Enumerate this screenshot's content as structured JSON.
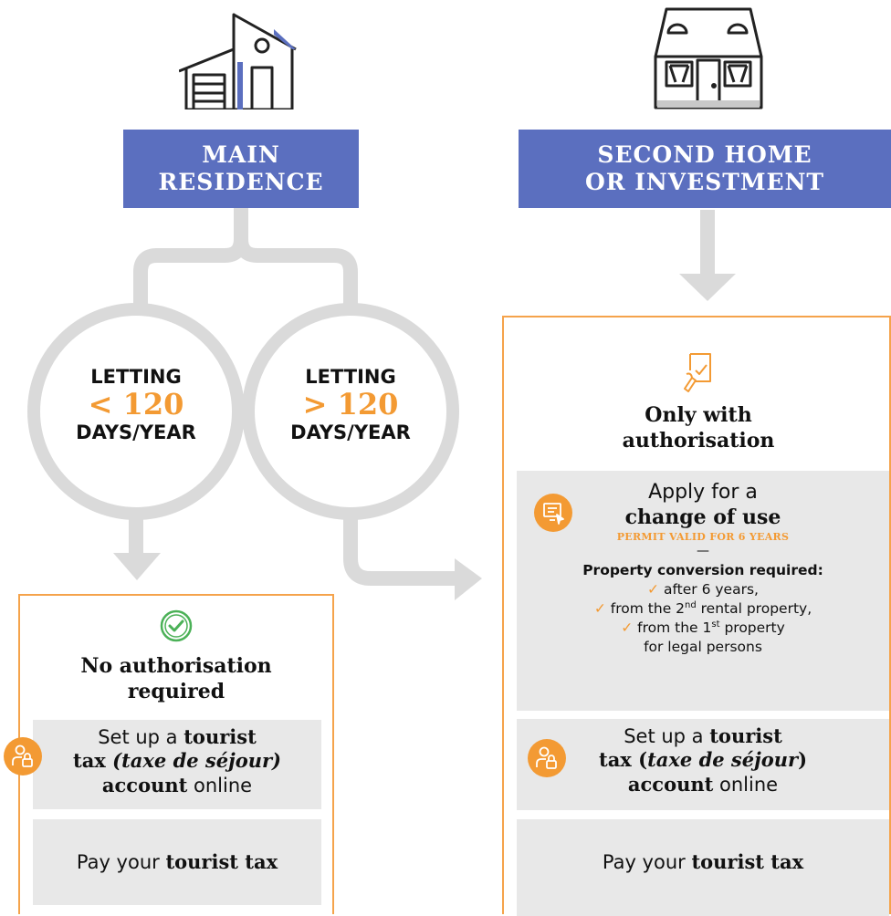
{
  "left": {
    "title_line1": "MAIN",
    "title_line2": "RESIDENCE",
    "circle_a": {
      "top": "LETTING",
      "value": "< 120",
      "bottom": "DAYS/YEAR"
    },
    "circle_b": {
      "top": "LETTING",
      "value": "> 120",
      "bottom": "DAYS/YEAR"
    },
    "panel": {
      "heading_line1": "No authorisation",
      "heading_line2": "required",
      "box1": {
        "t1": "Set up a ",
        "t2": "tourist",
        "t3": "tax ",
        "t4": "(taxe de séjour)",
        "t5": "account",
        "t6": " online"
      },
      "box2": {
        "t1": "Pay your ",
        "t2": "tourist tax"
      }
    }
  },
  "right": {
    "title_line1": "SECOND HOME",
    "title_line2": "OR INVESTMENT",
    "panel": {
      "heading_line1": "Only with",
      "heading_line2": "authorisation",
      "apply": {
        "t1": "Apply for a",
        "t2": "change of use",
        "permit": "PERMIT VALID FOR 6 YEARS",
        "dash": "—"
      },
      "conversion": {
        "title": "Property conversion required:",
        "items": [
          {
            "text": "after 6 years,"
          },
          {
            "pre": "from the 2",
            "sup": "nd",
            "post": " rental property,"
          },
          {
            "pre": "from the 1",
            "sup": "st",
            "post": " property"
          }
        ],
        "last_line": "for legal persons"
      },
      "box1": {
        "t1": "Set up a ",
        "t2": "tourist",
        "t3": "tax (",
        "t4": "taxe de séjour",
        "t5": ")",
        "t6": "account",
        "t7": " online"
      },
      "box2": {
        "t1": "Pay your ",
        "t2": "tourist tax"
      }
    }
  },
  "colors": {
    "blue": "#5b6fbf",
    "orange": "#f39a33",
    "grey": "#e8e8e8",
    "connector": "#dadada",
    "green": "#4bb157"
  }
}
